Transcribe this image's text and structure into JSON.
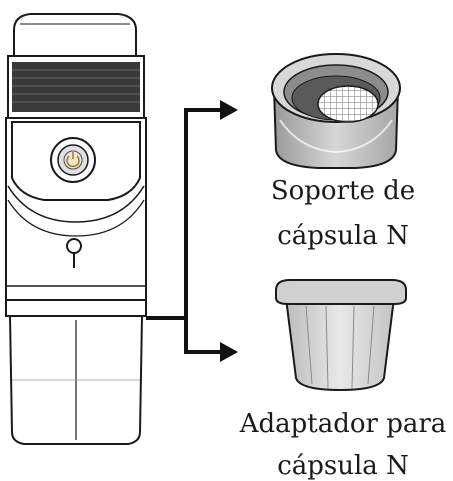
{
  "labels": {
    "capsule_holder": {
      "line1": "Soporte de",
      "line2": "cápsula N"
    },
    "capsule_adapter": {
      "line1": "Adaptador para",
      "line2": "cápsula N"
    }
  },
  "icons": {
    "device": "espresso-maker-icon",
    "holder": "capsule-holder-icon",
    "adapter": "capsule-adapter-icon",
    "power": "power-button-icon"
  },
  "colors": {
    "line": "#1a1a1a",
    "body_fill": "#ffffff",
    "grille": "#3a3a3a",
    "accent_gray": "#bfbfbf"
  }
}
